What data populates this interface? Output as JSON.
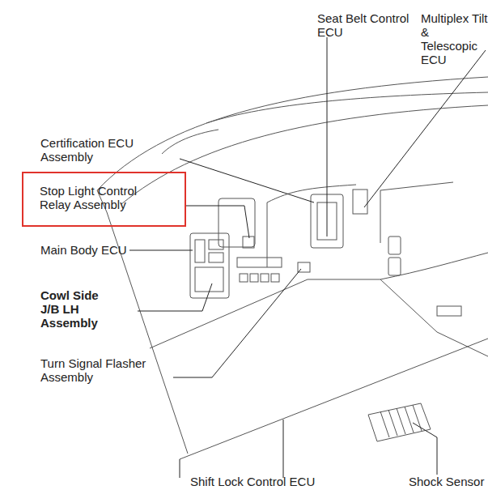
{
  "diagram": {
    "nodes": [
      {
        "text": [
          "Stop Light Control Relay Assembly"
        ]
      }
    ],
    "labels": [
      "Seat Belt Control ECU",
      "Multiplex Tilt & Telescopic ECU",
      "Certification ECU Assembly",
      "Main Body ECU",
      "Cowl Side J/B LH Assembly",
      "Turn Signal Flasher Assembly",
      "Shift Lock Control ECU",
      "Shock Sensor"
    ]
  }
}
